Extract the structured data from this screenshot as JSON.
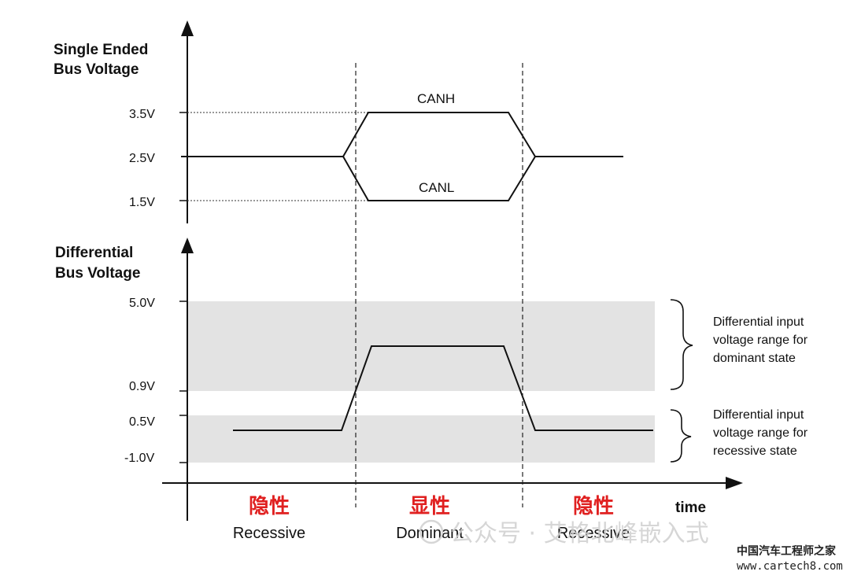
{
  "colors": {
    "accent_red": "#e02020",
    "band_gray": "#e3e3e3",
    "ink": "#111111",
    "watermark": "#cfcfcf"
  },
  "top_chart": {
    "ylabel_line1": "Single Ended",
    "ylabel_line2": "Bus Voltage",
    "ticks": [
      "3.5V",
      "2.5V",
      "1.5V"
    ],
    "canh": "CANH",
    "canl": "CANL"
  },
  "bottom_chart": {
    "ylabel_line1": "Differential",
    "ylabel_line2": "Bus Voltage",
    "ticks": [
      "5.0V",
      "0.9V",
      "0.5V",
      "-1.0V"
    ],
    "dominant_note": [
      "Differential input",
      "voltage range for",
      "dominant state"
    ],
    "recessive_note": [
      "Differential input",
      "voltage range for",
      "recessive state"
    ],
    "xlabel": "time"
  },
  "states": [
    {
      "cn": "隐性",
      "en": "Recessive"
    },
    {
      "cn": "显性",
      "en": "Dominant"
    },
    {
      "cn": "隐性",
      "en": "Recessive"
    }
  ],
  "watermark": {
    "wechat": "公众号 · 艾格北峰嵌入式",
    "site_cn": "中国汽车工程师之家",
    "site_url": "www.cartech8.com"
  }
}
